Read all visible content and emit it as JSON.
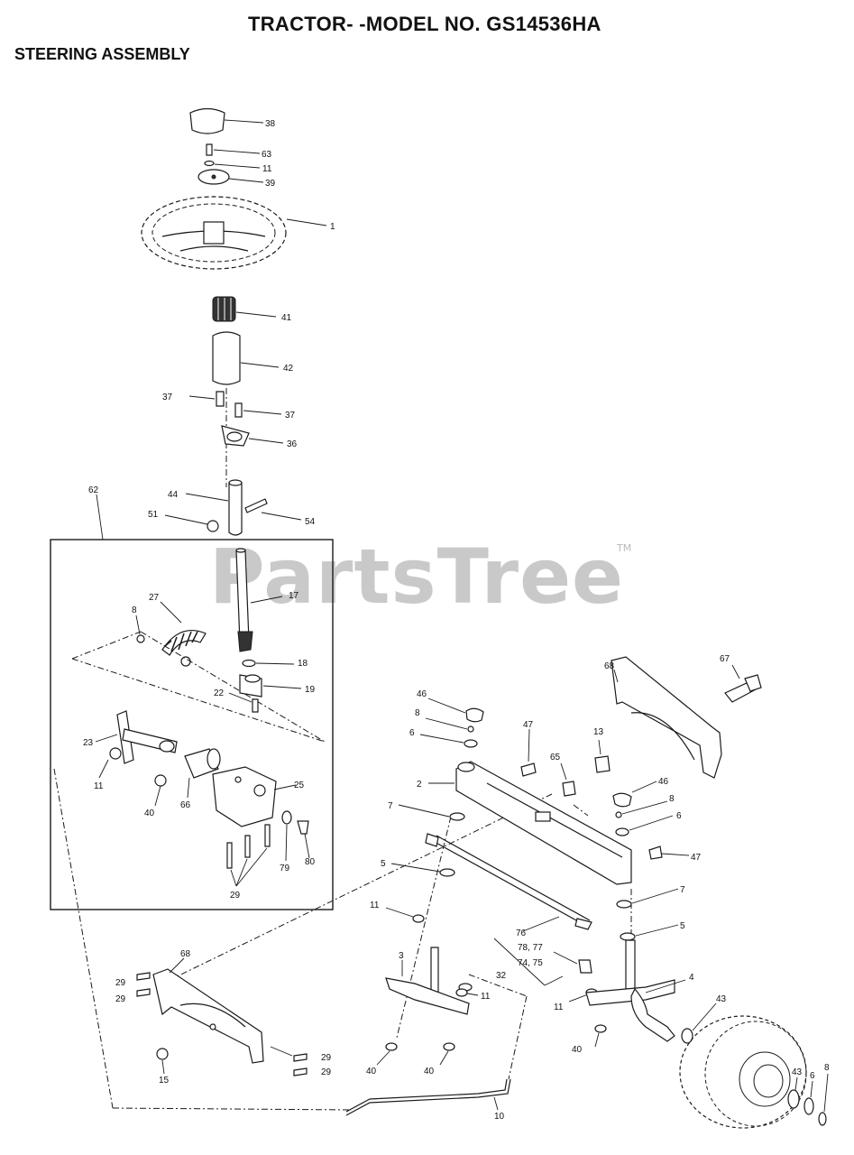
{
  "header": {
    "title": "TRACTOR- -MODEL NO. GS14536HA",
    "subtitle": "STEERING ASSEMBLY"
  },
  "watermark": {
    "text": "PartsTree",
    "tm": "TM"
  },
  "callouts": {
    "c38": "38",
    "c63": "63",
    "c11a": "11",
    "c39": "39",
    "c1": "1",
    "c41": "41",
    "c42": "42",
    "c37a": "37",
    "c37b": "37",
    "c36": "36",
    "c62": "62",
    "c44": "44",
    "c51": "51",
    "c54": "54",
    "c17": "17",
    "c27": "27",
    "c8a": "8",
    "c18": "18",
    "c19": "19",
    "c22": "22",
    "c23": "23",
    "c11b": "11",
    "c40a": "40",
    "c66": "66",
    "c25": "25",
    "c79": "79",
    "c80": "80",
    "c29a": "29",
    "c68a": "68",
    "c67": "67",
    "c46a": "46",
    "c8b": "8",
    "c6a": "6",
    "c47a": "47",
    "c13": "13",
    "c65": "65",
    "c2": "2",
    "c46b": "46",
    "c8c": "8",
    "c6b": "6",
    "c47b": "47",
    "c7a": "7",
    "c5a": "5",
    "c7b": "7",
    "c5b": "5",
    "c11c": "11",
    "c76": "76",
    "c78_77": "78, 77",
    "c74_75": "74, 75",
    "c32": "32",
    "c3": "3",
    "c11d": "11",
    "c11e": "11",
    "c4": "4",
    "c43a": "43",
    "c40b": "40",
    "c68b": "68",
    "c29b": "29",
    "c29c": "29",
    "c15": "15",
    "c29d": "29",
    "c29e": "29",
    "c40c": "40",
    "c40d": "40",
    "c10": "10",
    "c43b": "43",
    "c6c": "6",
    "c8d": "8"
  }
}
